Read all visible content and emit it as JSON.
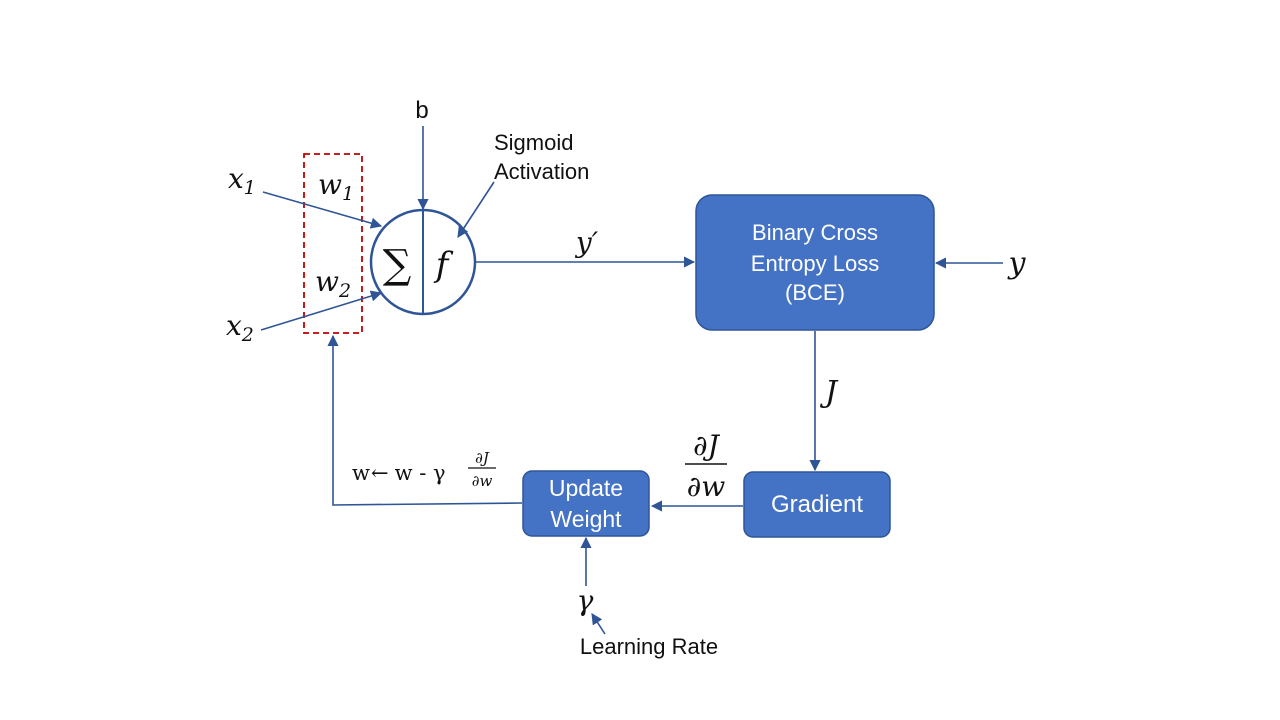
{
  "inputs": {
    "x1": "x",
    "x1_sub": "1",
    "x2": "x",
    "x2_sub": "2"
  },
  "weights": {
    "w1": "w",
    "w1_sub": "1",
    "w2": "w",
    "w2_sub": "2"
  },
  "bias": "b",
  "neuron": {
    "sum_symbol": "∑",
    "activation_symbol": "f"
  },
  "activation_label": {
    "line1": "Sigmoid",
    "line2": "Activation"
  },
  "prediction_label": "y′",
  "loss_box": {
    "line1": "Binary Cross",
    "line2": "Entropy Loss",
    "line3": "(BCE)"
  },
  "target_label": "y",
  "loss_label": "J",
  "gradient_box": {
    "label": "Gradient"
  },
  "gradient_fraction": {
    "numerator": "∂J",
    "denominator": "∂w"
  },
  "update_box": {
    "line1": "Update",
    "line2": "Weight"
  },
  "update_rule": {
    "lhs": "w",
    "arrow": "←",
    "rhs": "w - γ",
    "numerator": "∂J",
    "denominator": "∂w"
  },
  "learning_rate": {
    "symbol": "γ",
    "label": "Learning Rate"
  },
  "colors": {
    "box_fill": "#4472c4",
    "box_stroke": "#2f5597",
    "arrow": "#2f5597",
    "dashed_box": "#c00000"
  }
}
